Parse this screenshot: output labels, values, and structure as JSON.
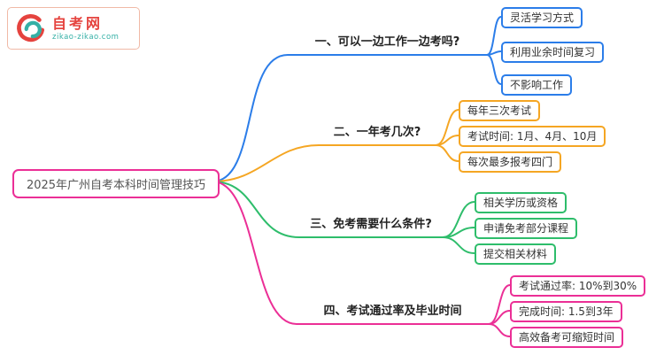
{
  "logo": {
    "name": "自考网",
    "domain": "zikao-zikao.com",
    "red": "#e5433e",
    "teal": "#35b0a6"
  },
  "root": {
    "label": "2025年广州自考本科时间管理技巧",
    "color": "#eb2f96"
  },
  "branches": [
    {
      "label": "一、可以一边工作一边考吗?",
      "color": "#2b7de9",
      "children": [
        "灵活学习方式",
        "利用业余时间复习",
        "不影响工作"
      ]
    },
    {
      "label": "二、一年考几次?",
      "color": "#f5a623",
      "children": [
        "每年三次考试",
        "考试时间: 1月、4月、10月",
        "每次最多报考四门"
      ]
    },
    {
      "label": "三、免考需要什么条件?",
      "color": "#2ebd6b",
      "children": [
        "相关学历或资格",
        "申请免考部分课程",
        "提交相关材料"
      ]
    },
    {
      "label": "四、考试通过率及毕业时间",
      "color": "#eb2f96",
      "children": [
        "考试通过率: 10%到30%",
        "完成时间: 1.5到3年",
        "高效备考可缩短时间"
      ]
    }
  ]
}
